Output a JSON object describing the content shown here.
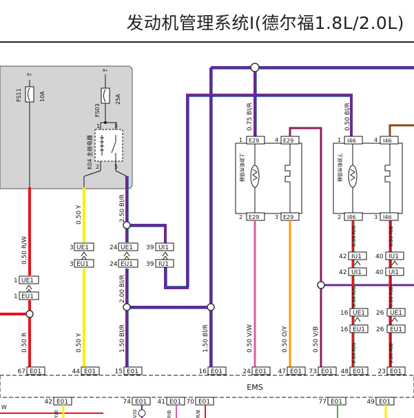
{
  "title": "发动机管理系统I(德尔福1.8L/2.0L)",
  "bus_label": "EMS",
  "colors": {
    "red": "#e8141e",
    "yellow": "#ffee00",
    "purple": "#6a2a90",
    "blue": "#1f3aa8",
    "pink": "#e05aa8",
    "orange": "#ff9a00",
    "brown": "#8a4a14",
    "gray": "#d4d4d4",
    "green": "#3cb43c"
  },
  "fuses": [
    {
      "name": "FS11",
      "rating": "10A",
      "supply": "B+"
    },
    {
      "name": "FS03",
      "rating": "25A",
      "supply": "B+"
    }
  ],
  "relay": {
    "name": "K04 主继电器",
    "pins": [
      "1",
      "2",
      "3",
      "5"
    ]
  },
  "wires": {
    "red_top": "0.50 R/W",
    "red_bottom": "0.50 R",
    "yellow_top": "0.50 Y",
    "yellow_bottom": "0.50 Y",
    "purple_top": "2.50 Bl/R",
    "purple_mid": "2.00 Bl/R",
    "purple_bottom1": "1.50 Bl/R",
    "purple_bottom2": "1.50 Bl/R",
    "s1_in": "0.75 Bl/R",
    "s1_out1": "0.50 V/W",
    "s1_out2": "0.50 O/Y",
    "s1_out3": "0.50 V/B",
    "s2_in": "0.50 Bl/R",
    "s2_a": "0.50 R/G",
    "s2_b": "0.50 R/B",
    "s2_c": "0.50 R/G",
    "s2_d": "0.50 R/B",
    "s2_e": "0.50 R/G",
    "s2_f": "0.50 R/B"
  },
  "connectors": {
    "ue1_left": "UE1",
    "eu1_left": "EU1",
    "num_left": "1",
    "ue1_y": "UE1",
    "eu1_y": "EU1",
    "num_y": "3",
    "ue1_p": "UE1",
    "eu1_p": "EU1",
    "num_p": "24",
    "ui1": "UI1",
    "iu1": "IU1",
    "num_ui": "39",
    "e29_1": "E29",
    "e29_2": "E29",
    "e29_3": "E29",
    "e29_4": "E29",
    "e29_p1": "1",
    "e29_p2": "2",
    "e29_p3": "3",
    "e29_p4": "4",
    "i46_1": "I46",
    "i46_2": "I46",
    "i46_3": "I46",
    "i46_4": "I46",
    "i46_p1": "1",
    "i46_p2": "2",
    "i46_p3": "3",
    "i46_p4": "4",
    "iu1_a": "IU1",
    "ui1_a": "UI1",
    "n42a": "42",
    "n42b": "42",
    "iu1_b": "IU1",
    "ui1_b": "UI1",
    "n40a": "40",
    "n40b": "40",
    "ue1_r1": "UE1",
    "eu1_r1": "EU1",
    "n16a": "16",
    "n16b": "16",
    "ue1_r2": "UE1",
    "eu1_r2": "EU1",
    "n26a": "26",
    "n26b": "26"
  },
  "sensors": {
    "upper": "上游氧传感器",
    "lower": "下游氧传感器"
  },
  "e01_pins": [
    {
      "pin": "67",
      "label": "E01"
    },
    {
      "pin": "44",
      "label": "E01"
    },
    {
      "pin": "15",
      "label": "E01"
    },
    {
      "pin": "16",
      "label": "E01"
    },
    {
      "pin": "24",
      "label": "E01"
    },
    {
      "pin": "47",
      "label": "E01"
    },
    {
      "pin": "73",
      "label": "E01"
    },
    {
      "pin": "48",
      "label": "E01"
    },
    {
      "pin": "23",
      "label": "E01"
    }
  ],
  "e01_bottom": [
    {
      "pin": "42",
      "label": "E01"
    },
    {
      "pin": "74",
      "label": "E01"
    },
    {
      "pin": "41",
      "label": "E01"
    },
    {
      "pin": "70",
      "label": "E01"
    },
    {
      "pin": "77",
      "label": "E01"
    },
    {
      "pin": "49",
      "label": "E01"
    }
  ],
  "bottom_wires": {
    "w": "W",
    "yb": "Y/B",
    "vg": "V/G",
    "pb": "P/B",
    "rb": "R/B"
  }
}
